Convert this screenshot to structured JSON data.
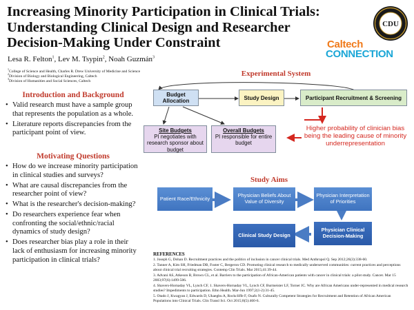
{
  "title": {
    "line1": "Increasing Minority Participation in Clinical Trials:",
    "line2": "Understanding Clinical Design and Researcher",
    "line3": "Decision-Making Under Constraint"
  },
  "authors": {
    "a1": "Lesa R. Felton",
    "s1": "1",
    "a2": "Lev M. Tsypin",
    "s2": "2",
    "a3": "Noah Guzmán",
    "s3": "3",
    "sep": ", "
  },
  "affiliations": [
    "College of Science and Health, Charles R. Drew University of Medicine and Science",
    "Division of Biology and Biological Engineering, Caltech",
    "Division of Humanities and Social Sciences, Caltech"
  ],
  "logos": {
    "cdu": "CDU",
    "caltech": "Caltech",
    "connection": "CONNECTION",
    "seal_ring_color": "#c89b2c",
    "seal_bg_color": "#1a1a1a"
  },
  "intro": {
    "heading": "Introduction and Background",
    "bullets": [
      "Valid research must have a sample group that represents the population as a whole.",
      "Literature reports discrepancies from the participant point of view."
    ]
  },
  "motivating": {
    "heading": "Motivating Questions",
    "bullets": [
      "How do we increase minority participation in clinical studies and surveys?",
      "What are causal discrepancies from the researcher point of view?",
      "What is the researcher's decision-making?",
      "Do researchers experience fear when confronting the social/ethnic/racial dynamics of study design?",
      "Does researcher bias play a role in their lack of enthusiasm for increasing minority participation in clinical trials?"
    ]
  },
  "experimental": {
    "heading": "Experimental System",
    "budget_allocation": "Budget Allocation",
    "study_design": "Study Design",
    "participant": "Participant Recruitment & Screening",
    "site_title": "Site Budgets",
    "site_text": "PI negotiates with research sponsor about budget",
    "overall_title": "Overall Budgets",
    "overall_text": "PI responsible for entire budget",
    "higher": "Higher probability of clinician bias being the leading cause of minority underrepresentation",
    "colors": {
      "blue_box": "#cfe0f3",
      "yellow_box": "#fbf3c2",
      "green_box": "#d9ecc9",
      "purple_box": "#e6d6ee",
      "red_arrow": "#d4271f"
    }
  },
  "aims": {
    "heading": "Study Aims",
    "patient": "Patient Race/Ethnicity",
    "beliefs": "Physician Beliefs About Value of Diversity",
    "interpretation": "Physician Interpretation of Priorities",
    "decision": "Physician Clinical Decision-Making",
    "design": "Clinical Study Design"
  },
  "references": {
    "heading": "REFERENCES",
    "items": [
      "1. Joseph G, Dohan D. Recruitment practices and the politics of inclusion in cancer clinical trials. Med Anthropol Q. Sep 2012;26(3):338-60.",
      "2. Tanner A, Kim SH, Friedman DB, Foster C, Bergeron CD. Promoting clinical research to medically underserved communities: current practices and perceptions about clinical trial recruiting strategies. Contemp Clin Trials. Mar 2015;41:39-44.",
      "3. Advani AS, Atkeson B, Brown CL, et al. Barriers to the participation of African-American patients with cancer in clinical trials: a pilot study. Cancer. Mar 15 2003;97(6):1499-506.",
      "4. Shavers-Hornaday VL, Lynch CF, 1. Shavers-Hornaday VL, Lynch CF, Burmeister LF, Torner JC. Why are African Americans under-represented in medical research studies? Impediments to participation. Ethn Health. Mar-Jun 1997;2(1-2):31-45.",
      "5. Otado J, Kwagyan J, Edwards D, Ukaegbu A, Rockcliffe F, Osafo N. Culturally Competent Strategies for Recruitment and Retention of African American Populations into Clinical Trials. Clin Transl Sci. Oct 2015;8(5):460-6."
    ]
  }
}
